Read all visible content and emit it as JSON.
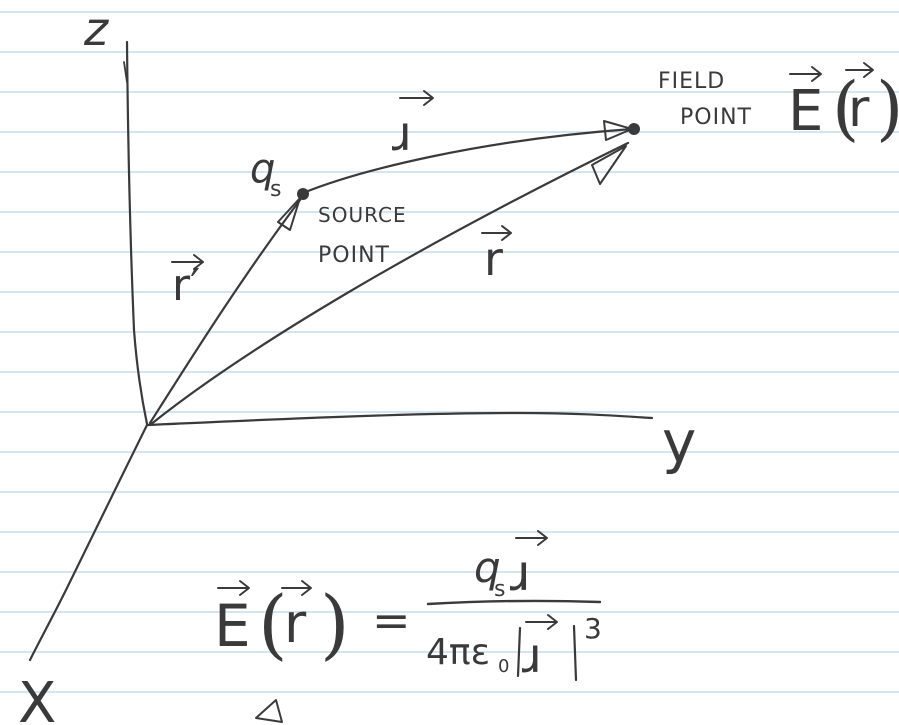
{
  "axes": {
    "z_label": "z",
    "y_label": "y",
    "x_label": "X"
  },
  "vectors": {
    "separation_label": "→ г",
    "source_position_label": "r′",
    "field_position_label": "r"
  },
  "charge_label": "q",
  "charge_subscript": "s",
  "source_point": {
    "line1": "SOURCE",
    "line2": "POINT"
  },
  "field_point": {
    "line1": "FIELD",
    "line2": "POINT",
    "field_symbol": "E",
    "field_argument": "r"
  },
  "formula": {
    "lhs_symbol": "E",
    "lhs_argument": "r",
    "equals": "=",
    "numerator_charge": "q",
    "numerator_charge_sub": "s",
    "denominator_prefix": "4πε",
    "denominator_eps_sub": "0",
    "exponent": "3"
  },
  "colors": {
    "ink": "#3a3a3a",
    "ruled_lines": "#b9d4ea",
    "paper": "#ffffff"
  }
}
